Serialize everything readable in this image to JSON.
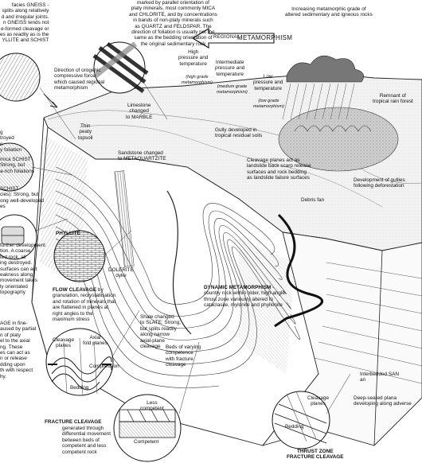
{
  "labels": {
    "foliation_top": "marked by parallel orientation of\nplaty minerals, most commonly MICA\nand CHLORITE, and by concentrations\nin bands of non-platy minerals such\nas QUARTZ and FELDSPAR. The\ndirection of foliation is usually not the\nsame as the bedding orientation of\nthe original sedimentary rock",
    "increasing_grade": "Increasing metamorphic grade of\naltered sedimentary and igneous rocks",
    "arrow_regional": "REGIONAL",
    "arrow_metamorphism": "METAMORPHISM",
    "gneiss": "facies GNEISS -\nsplits along relatively\nd and irregular joints.\nn GNEISS tends not\ne-formed cleavage or\nes as readily as is the\nYLLITE and SCHIST",
    "orogenic": "Direction of orogenic\ncompressive force\nwhich caused regional\nmetamorphism",
    "high_pt": "High\npressure and\ntemperature",
    "high_grade": "(high grade\nmetamorphism)",
    "inter_pt": "Intermediate\npressure and\ntemperature",
    "medium_grade": "(medium grade\nmetamorphism)",
    "low_pt": "Low\npressure and\ntemperature",
    "low_grade": "(low grade\nmetamorphism)",
    "rain_forest": "Remnant of\ntropical rain forest",
    "limestone": "Limestone\nchanged\nto MARBLE",
    "peaty": "Thin\npeaty\ntopsoil",
    "gully_tropical": "Gully developed in\ntropical residual soils",
    "left_foliation": "g\ntroyed\nn\ny foliation",
    "mica_schist": "mica SCHIST\nStrong, but\na-rich foliations",
    "sandstone": "Sandstone changed\nto METAQUARTZITE",
    "cleavage_planes_slip": "Cleavage planes act as\nlandslide back scarp release\nsurfaces and rock bedding\nas landslide failure surfaces",
    "gullies_deforest": "Development of gullies\nfollowing deforestation",
    "schist": "SCHIST\ncies): Strong, but\nong well-developed\nes",
    "debris_fan": "Debris fan",
    "phyllite": "PHYLLITE",
    "further_dev": "further development\ntion. A coarse\nted rock, all\ning destroyed.\nsurfaces can act\neakness along\nmovement takes\nly orientated\ntopography",
    "dolerite": "DOLERITE\ndyke",
    "flow_cleavage_title": "FLOW CLEAVAGE",
    "flow_cleavage_text": " by\ngranulation, recrystallisation\nand rotation of minerals that\nare flattened in planes at\nright angles to the\nmaximum stress",
    "dynamic_title": "DYNAMIC METAMORPHISM",
    "dynamic_text": " -\ncountry rock within older, high-angle\nthrust zone variously altered to\ncataclasite, mylonite and phyllonite",
    "shale": "Shale changed\nto SLATE: Strong,\nbut splits readily\nalong narrow\naxial-plane\ncleavage",
    "age_left": "AGE in fine-\naused by partial\nn of platy\nel to the axial\nng. These\nes can act as\nn or release\ndding upon\nth with respect\nhy.",
    "cleavage_planes_a": "Cleavage\nplanes",
    "axial_fold": "Axial\nfold planes",
    "compression": "Compression",
    "bedding_a": "Bedding",
    "beds_varying": "Beds of varying\ncompetence\nwith fracture\ncleavage",
    "interbedded": "Interbedded SAN\nan",
    "deep_seated": "Deep-seated plana\ndeveloping along adverse",
    "less_competent": "Less\ncompetent",
    "competent": "Competent",
    "fracture_title": "FRACTURE CLEAVAGE",
    "fracture_text": "generated through\ndifferential movement\nbetween beds of\ncompetent and less\ncompetent rock",
    "cleavage_planes_b": "Cleavage\nplanes",
    "bedding_b": "Bedding",
    "thrust_title": "THRUST ZONE\nFRACTURE CLEAVAGE"
  }
}
